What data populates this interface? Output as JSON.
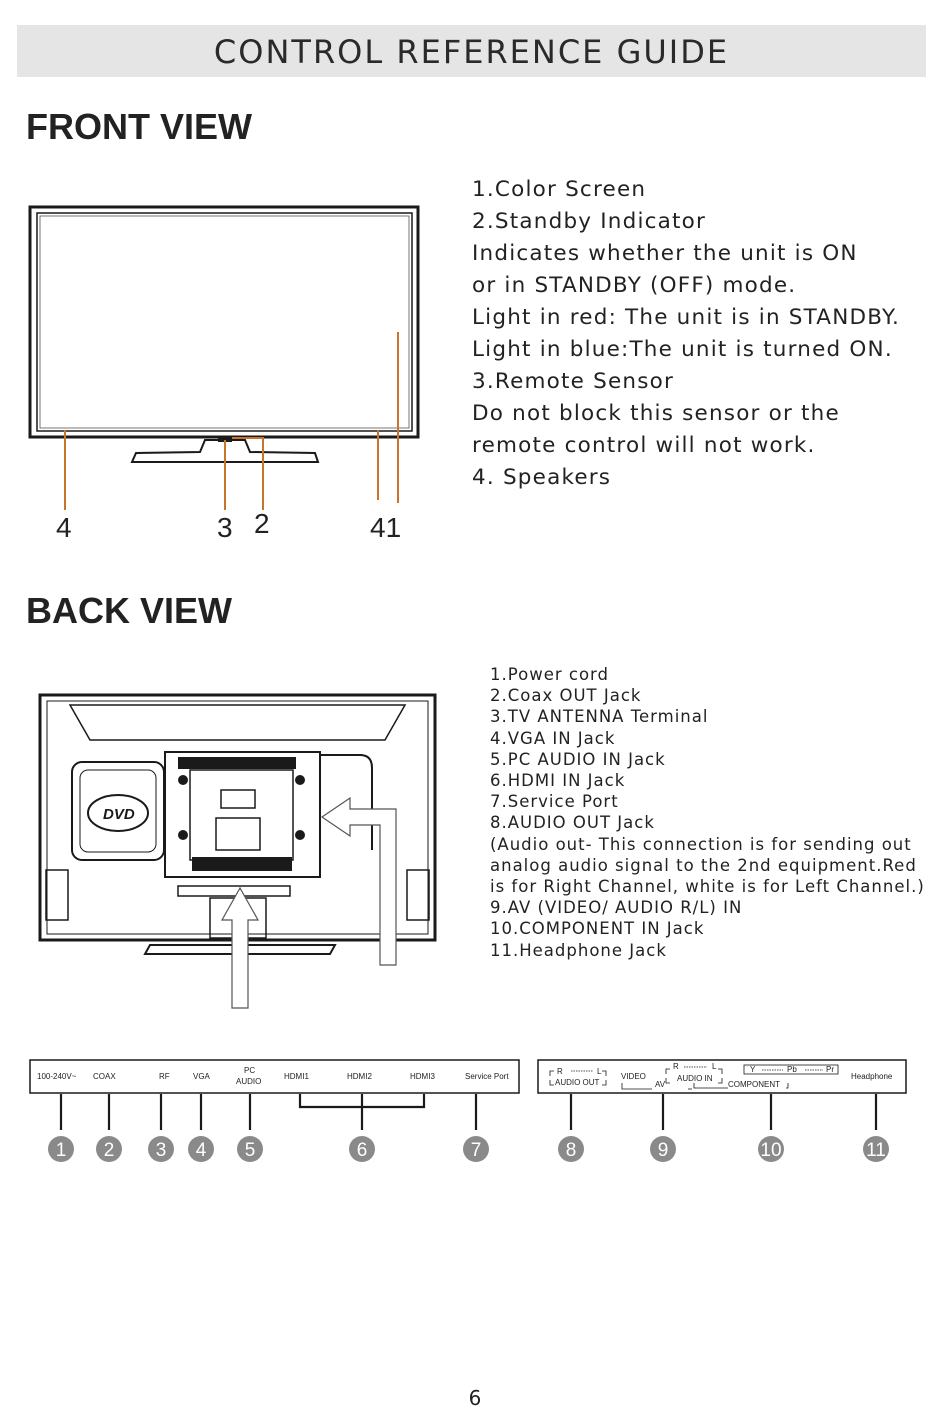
{
  "header": {
    "title": "CONTROL REFERENCE GUIDE"
  },
  "front": {
    "title": "FRONT VIEW",
    "callouts": [
      "4",
      "3",
      "2",
      "41"
    ],
    "lines": [
      "1.Color Screen",
      "2.Standby Indicator",
      "Indicates whether the unit is ON",
      "or in STANDBY (OFF) mode.",
      "Light in red: The unit is in STANDBY.",
      "Light in blue:The unit is turned ON.",
      "3.Remote Sensor",
      "Do not block this sensor or the",
      "remote control will not work.",
      "4. Speakers"
    ]
  },
  "back": {
    "title": "BACK VIEW",
    "dvd_logo": "DVD",
    "lines": [
      "1.Power cord",
      "2.Coax OUT Jack",
      "3.TV ANTENNA Terminal",
      "4.VGA IN Jack",
      "5.PC AUDIO IN Jack",
      "6.HDMI IN Jack",
      "7.Service Port",
      "8.AUDIO OUT Jack",
      "(Audio out- This connection is for sending out",
      "analog audio signal to the 2nd equipment.Red",
      "is for Right Channel, white is for Left Channel.)",
      "9.AV (VIDEO/ AUDIO R/L) IN",
      "10.COMPONENT IN Jack",
      "11.Headphone Jack"
    ]
  },
  "panel_left": {
    "labels": [
      "100-240V~",
      "COAX",
      "RF",
      "VGA",
      "PC",
      "AUDIO",
      "HDMI1",
      "HDMI2",
      "HDMI3",
      "Service Port"
    ]
  },
  "panel_right": {
    "labels": [
      "R",
      "L",
      "AUDIO OUT",
      "VIDEO",
      "R",
      "L",
      "AUDIO IN",
      "AV",
      "Y",
      "Pb",
      "Pr",
      "COMPONENT",
      "Headphone"
    ]
  },
  "badges": [
    "1",
    "2",
    "3",
    "4",
    "5",
    "6",
    "7",
    "8",
    "9",
    "10",
    "11"
  ],
  "colors": {
    "accent_line": "#c8742a",
    "badge_fill": "#8a8a8a",
    "header_bg": "#e5e5e5"
  },
  "page_number": "6"
}
